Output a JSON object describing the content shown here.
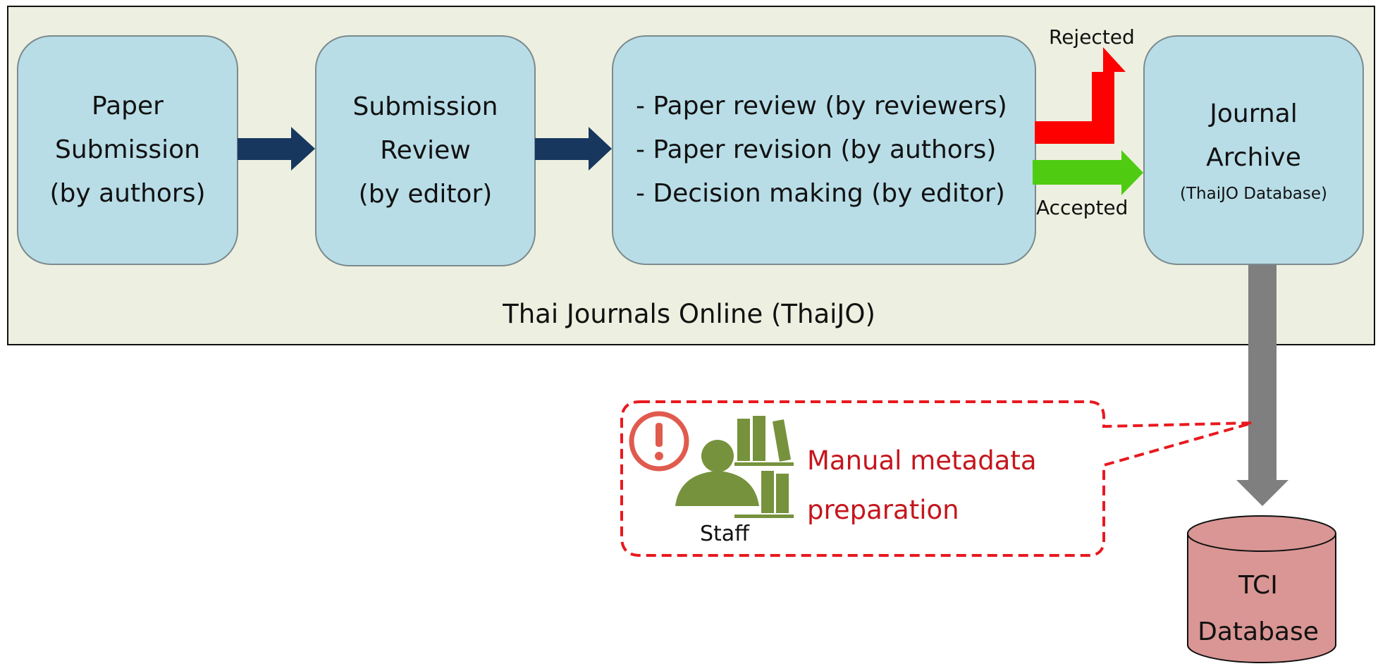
{
  "stages": [
    {
      "lines": [
        "Paper",
        "Submission",
        "(by authors)"
      ]
    },
    {
      "lines": [
        "Submission",
        "Review",
        "(by editor)"
      ]
    },
    {
      "lines": [
        "- Paper review (by reviewers)",
        "- Paper revision (by authors)",
        "- Decision making (by editor)"
      ]
    },
    {
      "lines": [
        "Journal",
        "Archive"
      ],
      "note": "(ThaiJO Database)"
    }
  ],
  "rejected_label": "Rejected",
  "accepted_label": "Accepted",
  "frame_label": "Thai Journals Online (ThaiJO)",
  "callout": {
    "lines": [
      "Manual metadata",
      "preparation"
    ],
    "staff_label": "Staff"
  },
  "database": {
    "lines": [
      "TCI",
      "Database"
    ]
  },
  "colors": {
    "frame_bg": "#edf0e0",
    "stage_fill": "#b8dde7",
    "flow_arrow": "#17375e",
    "rejected": "#ff0000",
    "accepted": "#4fcc12",
    "connector": "#7f7f7f",
    "callout_border": "#e8191f",
    "callout_text": "#c4161c",
    "staff_icon": "#76923c",
    "database_fill": "#d99694"
  },
  "icons": [
    "exclamation-icon",
    "staff-person-icon",
    "books-icon"
  ]
}
